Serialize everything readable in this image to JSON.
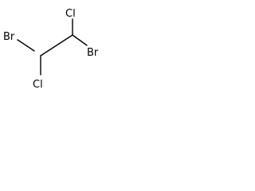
{
  "molecule": {
    "atoms": {
      "br1": "Br",
      "cl1": "Cl",
      "cl2": "Cl",
      "br2": "Br"
    },
    "colors": {
      "bond": "#000000",
      "label": "#000000",
      "background": "#ffffff"
    }
  }
}
